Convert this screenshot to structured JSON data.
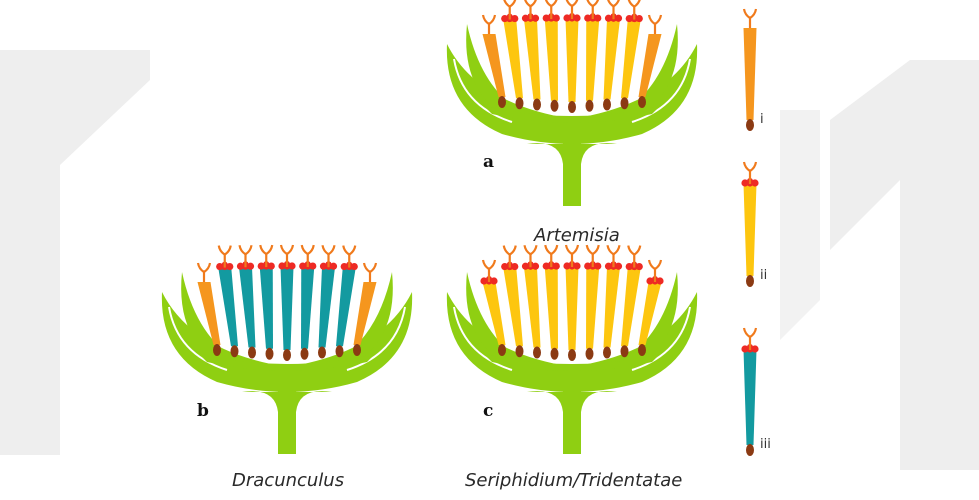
{
  "colors": {
    "receptacle": "#8fcf12",
    "orange_floret": "#f5961e",
    "yellow_floret": "#fdc60f",
    "teal_floret": "#139aa0",
    "ovary": "#8b3a13",
    "stigma": "#f07a1c",
    "anther_tip": "#ee2a24",
    "watermark": "#eeeeee"
  },
  "panels": [
    {
      "letter": "a",
      "caption": "Artemisia",
      "florets": [
        "orange",
        "yellow",
        "yellow",
        "yellow",
        "yellow",
        "yellow",
        "yellow",
        "yellow",
        "orange"
      ]
    },
    {
      "letter": "b",
      "caption": "Dracunculus",
      "florets": [
        "orange",
        "teal",
        "teal",
        "teal",
        "teal",
        "teal",
        "teal",
        "teal",
        "orange"
      ]
    },
    {
      "letter": "c",
      "caption": "Seriphidium/Tridentatae",
      "florets": [
        "yellow",
        "yellow",
        "yellow",
        "yellow",
        "yellow",
        "yellow",
        "yellow",
        "yellow",
        "yellow"
      ]
    }
  ],
  "legend": [
    {
      "numeral": "i",
      "floret": "orange"
    },
    {
      "numeral": "ii",
      "floret": "yellow"
    },
    {
      "numeral": "iii",
      "floret": "teal"
    }
  ]
}
